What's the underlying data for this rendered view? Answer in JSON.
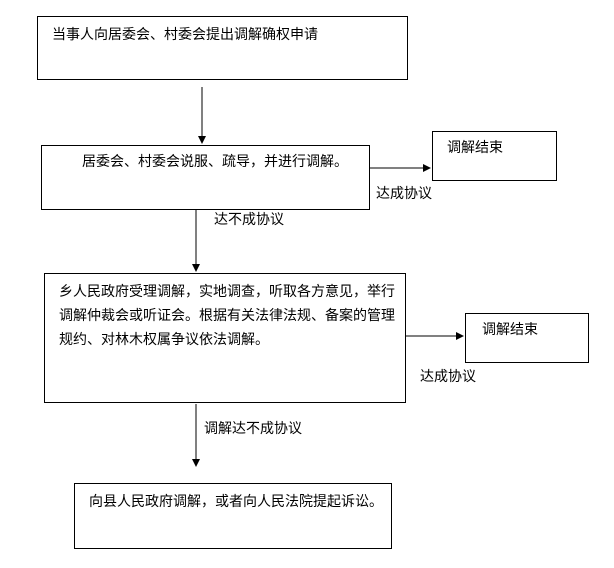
{
  "boxes": {
    "apply": "当事人向居委会、村委会提出调解确权申请",
    "committee_mediation": "居委会、村委会说服、疏导，并进行调解。",
    "end_1": "调解结束",
    "township_mediation": "乡人民政府受理调解，实地调查，听取各方意见，举行调解仲裁会或听证会。根据有关法律法规、备案的管理规约、对林木权属争议依法调解。",
    "end_2": "调解结束",
    "county_or_court": "向县人民政府调解，或者向人民法院提起诉讼。"
  },
  "labels": {
    "no_agreement_1": "达不成协议",
    "agreement_1": "达成协议",
    "agreement_2": "达成协议",
    "no_agreement_2": "调解达不成协议"
  }
}
